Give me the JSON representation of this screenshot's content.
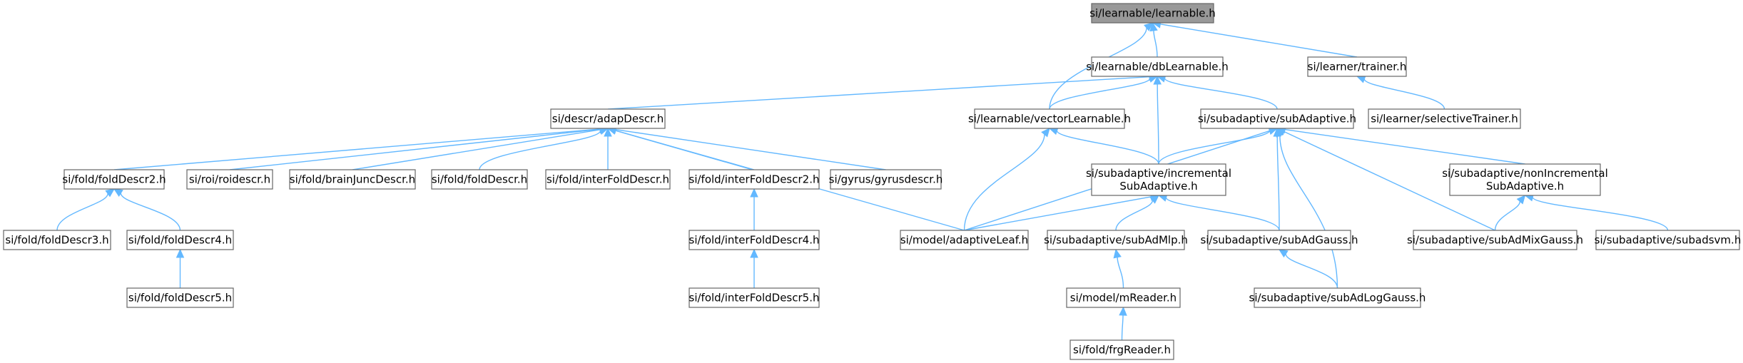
{
  "nodes": [
    {
      "id": "root",
      "label": "si/learnable/learnable.h",
      "root": true
    },
    {
      "id": "dbLearnable",
      "label": "si/learnable/dbLearnable.h"
    },
    {
      "id": "trainer",
      "label": "si/learner/trainer.h"
    },
    {
      "id": "selectiveTrainer",
      "label": "si/learner/selectiveTrainer.h"
    },
    {
      "id": "adapDescr",
      "label": "si/descr/adapDescr.h"
    },
    {
      "id": "vectorLearnable",
      "label": "si/learnable/vectorLearnable.h"
    },
    {
      "id": "subAdaptive",
      "label": "si/subadaptive/subAdaptive.h"
    },
    {
      "id": "foldDescr2",
      "label": "si/fold/foldDescr2.h"
    },
    {
      "id": "roidescr",
      "label": "si/roi/roidescr.h"
    },
    {
      "id": "brainJuncDescr",
      "label": "si/fold/brainJuncDescr.h"
    },
    {
      "id": "foldDescr",
      "label": "si/fold/foldDescr.h"
    },
    {
      "id": "interFoldDescr",
      "label": "si/fold/interFoldDescr.h"
    },
    {
      "id": "interFoldDescr2",
      "label": "si/fold/interFoldDescr2.h"
    },
    {
      "id": "gyrusdescr",
      "label": "si/gyrus/gyrusdescr.h"
    },
    {
      "id": "incrementalSubAdaptive",
      "label": [
        "si/subadaptive/incremental",
        "SubAdaptive.h"
      ]
    },
    {
      "id": "nonIncrementalSubAdaptive",
      "label": [
        "si/subadaptive/nonIncremental",
        "SubAdaptive.h"
      ]
    },
    {
      "id": "foldDescr3",
      "label": "si/fold/foldDescr3.h"
    },
    {
      "id": "foldDescr4",
      "label": "si/fold/foldDescr4.h"
    },
    {
      "id": "interFoldDescr4",
      "label": "si/fold/interFoldDescr4.h"
    },
    {
      "id": "adaptiveLeaf",
      "label": "si/model/adaptiveLeaf.h"
    },
    {
      "id": "subAdMlp",
      "label": "si/subadaptive/subAdMlp.h"
    },
    {
      "id": "subAdGauss",
      "label": "si/subadaptive/subAdGauss.h"
    },
    {
      "id": "subAdMixGauss",
      "label": "si/subadaptive/subAdMixGauss.h"
    },
    {
      "id": "subadsvm",
      "label": "si/subadaptive/subadsvm.h"
    },
    {
      "id": "foldDescr5",
      "label": "si/fold/foldDescr5.h"
    },
    {
      "id": "interFoldDescr5",
      "label": "si/fold/interFoldDescr5.h"
    },
    {
      "id": "mReader",
      "label": "si/model/mReader.h"
    },
    {
      "id": "subAdLogGauss",
      "label": "si/subadaptive/subAdLogGauss.h"
    },
    {
      "id": "frgReader",
      "label": "si/fold/frgReader.h"
    }
  ],
  "edges": [
    [
      "dbLearnable",
      "root"
    ],
    [
      "trainer",
      "root"
    ],
    [
      "vectorLearnable",
      "root"
    ],
    [
      "selectiveTrainer",
      "trainer"
    ],
    [
      "adapDescr",
      "dbLearnable"
    ],
    [
      "vectorLearnable",
      "dbLearnable"
    ],
    [
      "subAdaptive",
      "dbLearnable"
    ],
    [
      "incrementalSubAdaptive",
      "dbLearnable"
    ],
    [
      "foldDescr2",
      "adapDescr"
    ],
    [
      "roidescr",
      "adapDescr"
    ],
    [
      "brainJuncDescr",
      "adapDescr"
    ],
    [
      "foldDescr",
      "adapDescr"
    ],
    [
      "interFoldDescr",
      "adapDescr"
    ],
    [
      "interFoldDescr2",
      "adapDescr"
    ],
    [
      "gyrusdescr",
      "adapDescr"
    ],
    [
      "adaptiveLeaf",
      "adapDescr"
    ],
    [
      "incrementalSubAdaptive",
      "vectorLearnable"
    ],
    [
      "adaptiveLeaf",
      "vectorLearnable"
    ],
    [
      "incrementalSubAdaptive",
      "subAdaptive"
    ],
    [
      "nonIncrementalSubAdaptive",
      "subAdaptive"
    ],
    [
      "adaptiveLeaf",
      "subAdaptive"
    ],
    [
      "subAdGauss",
      "subAdaptive"
    ],
    [
      "subAdMixGauss",
      "subAdaptive"
    ],
    [
      "subAdLogGauss",
      "subAdaptive"
    ],
    [
      "foldDescr3",
      "foldDescr2"
    ],
    [
      "foldDescr4",
      "foldDescr2"
    ],
    [
      "foldDescr5",
      "foldDescr4"
    ],
    [
      "interFoldDescr4",
      "interFoldDescr2"
    ],
    [
      "interFoldDescr5",
      "interFoldDescr4"
    ],
    [
      "adaptiveLeaf",
      "incrementalSubAdaptive"
    ],
    [
      "subAdMlp",
      "incrementalSubAdaptive"
    ],
    [
      "subAdGauss",
      "incrementalSubAdaptive"
    ],
    [
      "subAdMixGauss",
      "nonIncrementalSubAdaptive"
    ],
    [
      "subadsvm",
      "nonIncrementalSubAdaptive"
    ],
    [
      "mReader",
      "subAdMlp"
    ],
    [
      "frgReader",
      "mReader"
    ],
    [
      "subAdLogGauss",
      "subAdGauss"
    ]
  ],
  "colors": {
    "root_fill": "#999999",
    "node_border": "#666666",
    "edge": "#63b8ff"
  }
}
